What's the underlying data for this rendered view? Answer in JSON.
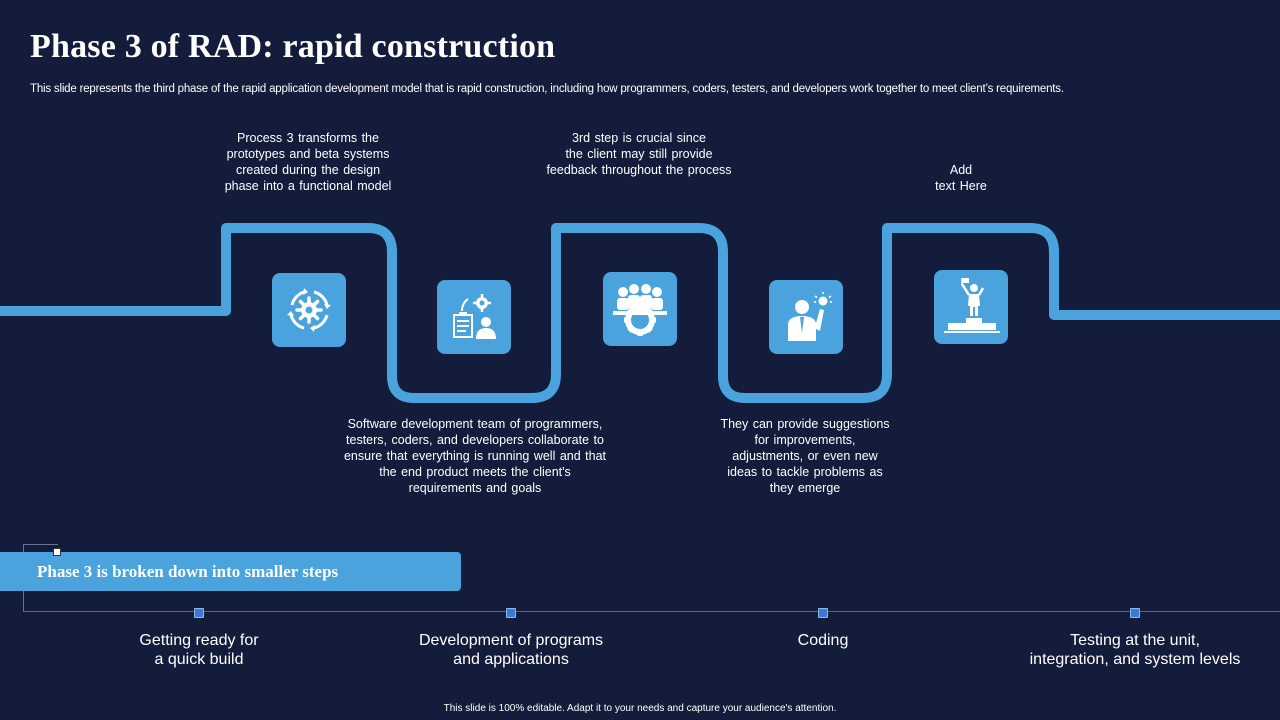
{
  "title": "Phase 3 of RAD: rapid construction",
  "subtitle": "This slide represents the third phase of the rapid application development model that is rapid construction, including how programmers, coders, testers, and developers work together to meet client’s requirements.",
  "notes": {
    "top1": [
      "Process 3 transforms the",
      "prototypes and beta systems",
      "created during the design",
      "phase into a functional model"
    ],
    "top2": [
      "3rd step is crucial since",
      "the client may still provide",
      "feedback throughout the process"
    ],
    "top3": [
      "Add",
      "text Here"
    ],
    "bottom1": [
      "Software development team of programmers,",
      "testers, coders, and developers collaborate to",
      "ensure that everything is running well and that",
      "the end product meets the client's",
      "requirements and goals"
    ],
    "bottom2": [
      "They can provide suggestions",
      "for improvements,",
      "adjustments, or even new",
      "ideas to tackle problems as",
      "they emerge"
    ]
  },
  "icons": [
    "cycle-gears-icon",
    "planning-team-icon",
    "team-gear-icon",
    "idea-person-icon",
    "winner-podium-icon"
  ],
  "banner": {
    "label": "Phase 3 is broken down into smaller steps"
  },
  "steps": [
    {
      "line1": "Getting ready for",
      "line2": "a quick build"
    },
    {
      "line1": "Development of programs",
      "line2": "and applications"
    },
    {
      "line1": "Coding",
      "line2": ""
    },
    {
      "line1": "Testing at the unit,",
      "line2": "integration, and system levels"
    }
  ],
  "footer": "This slide is 100% editable. Adapt it to your needs and capture your audience's attention.",
  "colors": {
    "background": "#131c3a",
    "accent": "#4aa3dc",
    "marker": "#3b7ad0"
  }
}
